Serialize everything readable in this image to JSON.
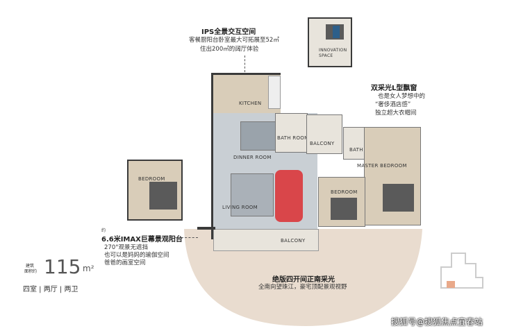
{
  "colors": {
    "arc": "#e6d8cc",
    "wall": "#3a3a3a",
    "living_floor": "#c9cfd4",
    "kitchen_floor": "#d9cdb9",
    "rug": "#d9464a",
    "text": "#222222"
  },
  "callouts": {
    "ips": {
      "title": "IPS全景交互空间",
      "line1": "客餐厨阳台卧室最大可拓展至52㎡",
      "line2": "住出200㎡的阔厅体验"
    },
    "bay_window": {
      "title": "双采光L型飘窗",
      "line1": "也是女人梦想中的",
      "line2": "“奢侈酒店感”",
      "line3": "独立超大衣帽间"
    },
    "imax": {
      "small_prefix": "约",
      "title": "6.6米IMAX巨幕景观阳台",
      "line1": "270°观景无遮挡",
      "line2": "也可以是妈妈的瑜伽空间",
      "line3": "爸爸的画室空间"
    },
    "south": {
      "title": "绝版四开间正南采光",
      "line1": "全南向望珠江，豪宅顶配景观视野"
    }
  },
  "area_badge": {
    "label_line1": "建筑",
    "label_line2": "面积约",
    "number": "115",
    "unit": "m²",
    "layout": "四室 | 两厅 | 两卫"
  },
  "rooms": {
    "kitchen": "KITCHEN",
    "dinner": "DINNER ROOM",
    "living": "LIVING ROOM",
    "balcony_main": "BALCONY",
    "bath1": "BATH ROOM",
    "balcony_small": "BALCONY",
    "bath2": "BATH ROOM",
    "master": "MASTER BEDROOM",
    "bed": "BEDROOM",
    "bedroom_alt": "BEDROOM",
    "innovation1": "INNOVATION",
    "innovation2": "SPACE"
  },
  "watermark": "搜狐号@搜狐焦点宜春站"
}
